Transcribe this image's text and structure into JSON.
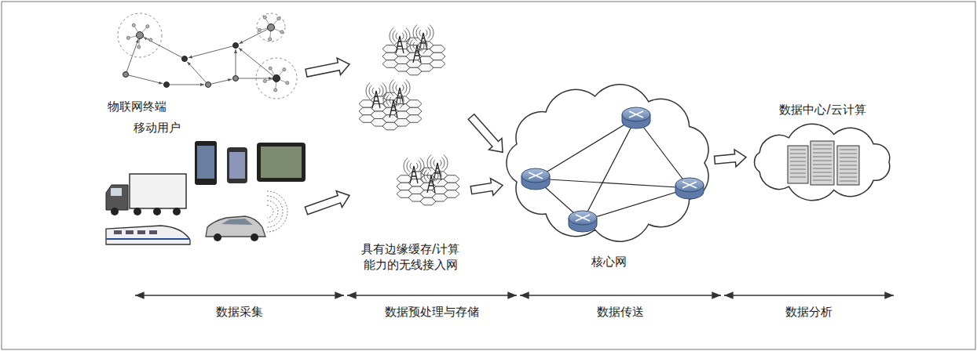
{
  "diagram": {
    "nodes": [
      {
        "text": [
          "物联网终端"
        ]
      },
      {
        "text": [
          "移动用户"
        ]
      },
      {
        "text": [
          "具有边缘缓存/计算 能力的无线接入网"
        ]
      },
      {
        "text": [
          "核心网"
        ]
      },
      {
        "text": [
          "数据中心/云计算"
        ]
      }
    ],
    "edges": [
      {
        "from": 0,
        "to": 2,
        "arrow": "to"
      },
      {
        "from": 1,
        "to": 2,
        "arrow": "to"
      },
      {
        "from": 2,
        "to": 3,
        "arrow": "to"
      },
      {
        "from": 2,
        "to": 3,
        "arrow": "to"
      },
      {
        "from": 3,
        "to": 4,
        "arrow": "to"
      }
    ],
    "labels": [
      "数据采集",
      "数据预处理与存储",
      "数据传送",
      "数据分析"
    ]
  }
}
